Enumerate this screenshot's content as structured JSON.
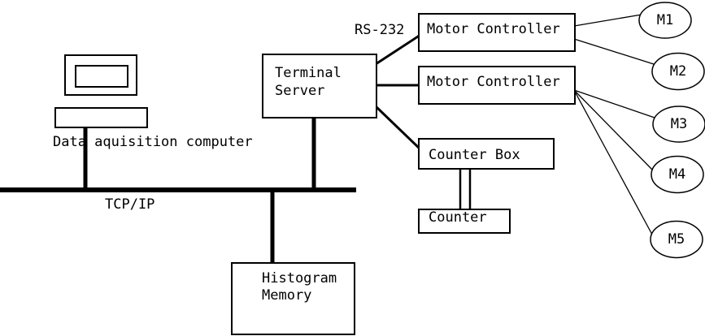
{
  "nodes": {
    "data_acquisition": {
      "label": "Data aquisition computer"
    },
    "terminal_server": {
      "line1": "Terminal",
      "line2": "Server"
    },
    "motor_controller_1": {
      "label": "Motor Controller"
    },
    "motor_controller_2": {
      "label": "Motor Controller"
    },
    "counter_box": {
      "label": "Counter Box"
    },
    "counter": {
      "label": "Counter"
    },
    "histogram_memory": {
      "line1": "Histogram",
      "line2": "Memory"
    },
    "motors": [
      {
        "label": "M1"
      },
      {
        "label": "M2"
      },
      {
        "label": "M3"
      },
      {
        "label": "M4"
      },
      {
        "label": "M5"
      }
    ]
  },
  "connection_labels": {
    "serial": "RS-232",
    "network": "TCP/IP"
  },
  "colors": {
    "line": "#000000",
    "background": "#ffffff"
  }
}
